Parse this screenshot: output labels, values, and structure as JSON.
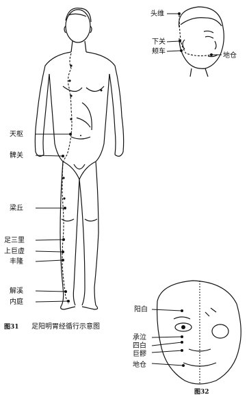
{
  "figure31": {
    "labels": {
      "tianshu": "天枢",
      "biguan": "髀关",
      "liangqiu": "梁丘",
      "zusanli": "足三里",
      "shangjuxu": "上巨虚",
      "fenglong": "丰隆",
      "jiexi": "解溪",
      "neiting": "内庭"
    },
    "caption_num": "图31",
    "caption_text": "足阳明胃经循行示意图"
  },
  "head_side": {
    "labels": {
      "touwei": "头维",
      "xiaguan": "下关",
      "jiache": "颊车",
      "dicang": "地仓"
    }
  },
  "figure32": {
    "labels": {
      "yangbai": "阳白",
      "chengqi": "承泣",
      "sibai": "四白",
      "juliao": "巨髎",
      "dicang": "地仓"
    },
    "caption": "图32"
  }
}
